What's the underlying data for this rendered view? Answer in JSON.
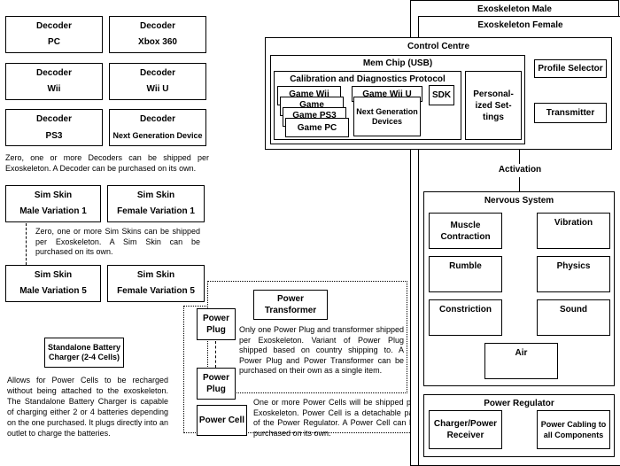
{
  "decoders": [
    {
      "title": "Decoder",
      "name": "PC"
    },
    {
      "title": "Decoder",
      "name": "Xbox 360"
    },
    {
      "title": "Decoder",
      "name": "Wii"
    },
    {
      "title": "Decoder",
      "name": "Wii U"
    },
    {
      "title": "Decoder",
      "name": "PS3"
    },
    {
      "title": "Decoder",
      "name": "Next Generation Device"
    }
  ],
  "decoder_note": "Zero, one or more Decoders can be shipped per Exoskeleton.  A Decoder can be purchased on its own.",
  "sim_skins": [
    {
      "title": "Sim Skin",
      "name": "Male Variation 1"
    },
    {
      "title": "Sim Skin",
      "name": "Female Variation 1"
    },
    {
      "title": "Sim Skin",
      "name": "Male Variation 5"
    },
    {
      "title": "Sim Skin",
      "name": "Female Variation 5"
    }
  ],
  "sim_skin_note": "Zero, one or more Sim Skins can be shipped per Exoskeleton.  A Sim Skin can be purchased on its own.",
  "battery_charger": "Standalone Battery Charger (2-4 Cells)",
  "battery_note": "Allows for Power Cells to be recharged without being attached to the exoskeleton. The Standalone Battery Charger is capable of charging either 2 or 4 batteries depending on the one purchased. It plugs directly into an outlet to charge the batteries.",
  "power_transformer": "Power Transformer",
  "power_plug_1": "Power Plug",
  "power_plug_2": "Power Plug",
  "power_plug_note": "Only one Power Plug and transformer shipped per Exoskeleton. Variant of Power Plug shipped based on country shipping to. A Power Plug and Power Transformer can be purchased on their own as a single item.",
  "power_cell": "Power Cell",
  "power_cell_note": "One or more Power Cells will be shipped per Exoskeleton.  Power Cell is a detachable part of the Power Regulator. A Power Cell can be purchased on its own.",
  "exo_male": "Exoskeleton Male",
  "exo_female": "Exoskeleton Female",
  "control_centre": "Control Centre",
  "mem_chip": "Mem Chip (USB)",
  "calibration": "Calibration and Diagnostics Protocol",
  "games": [
    "Game Wii",
    "Game",
    "Game PS3",
    "Game PC"
  ],
  "game_wiiu": "Game Wii U",
  "next_gen_devices": "Next Generation Devices",
  "sdk": "SDK",
  "personalized": "Personal-ized Set-tings",
  "profile_selector": "Profile Selector",
  "transmitter": "Transmitter",
  "activation": "Activation",
  "nervous_system": "Nervous System",
  "nervous_items": [
    "Muscle Contraction",
    "Vibration",
    "Rumble",
    "Physics",
    "Constriction",
    "Sound",
    "Air"
  ],
  "power_regulator": "Power Regulator",
  "charger_receiver": "Charger/Power Receiver",
  "power_cabling": "Power Cabling to all Components"
}
